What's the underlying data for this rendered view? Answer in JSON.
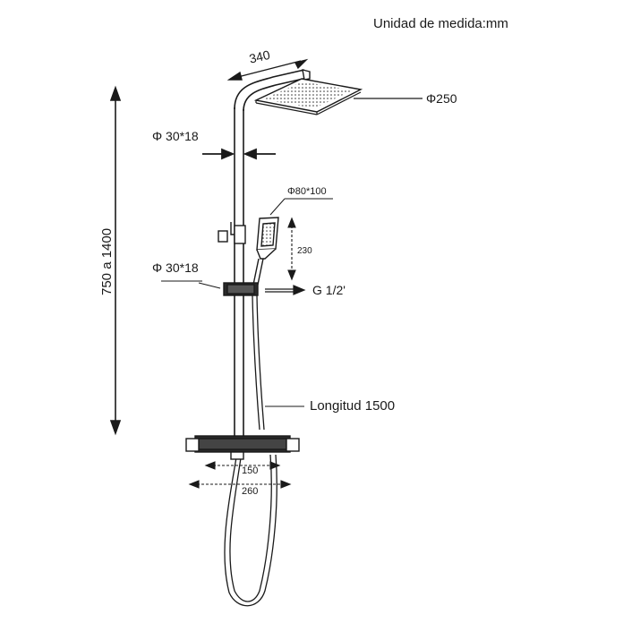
{
  "labels": {
    "unit": "Unidad de medida:mm",
    "width_340": "340",
    "diameter_250": "Φ250",
    "diameter_30x18_top": "Φ 30*18",
    "diameter_80x100": "Φ80*100",
    "height_230": "230",
    "diameter_30x18_bottom": "Φ 30*18",
    "g_half": "G 1/2'",
    "length_1500": "Longitud 1500",
    "width_150": "150",
    "width_260": "260",
    "height_750_1400": "750 a 1400"
  },
  "colors": {
    "line": "#1a1a1a",
    "fill_dark": "#2a2a2a",
    "background": "#ffffff"
  }
}
